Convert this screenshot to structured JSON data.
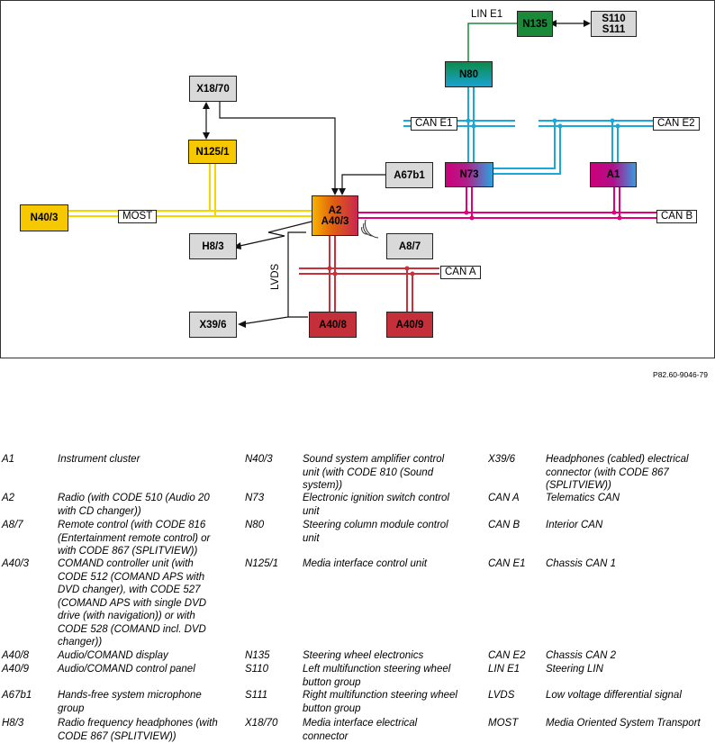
{
  "figure_ref": "P82.60-9046-79",
  "components": {
    "n135": "N135",
    "s110_s111": "S110\nS111",
    "n80": "N80",
    "x18_70": "X18/70",
    "n125_1": "N125/1",
    "n73": "N73",
    "a1": "A1",
    "a67b1": "A67b1",
    "n40_3": "N40/3",
    "a2_a40_3": "A2\nA40/3",
    "h8_3": "H8/3",
    "a8_7": "A8/7",
    "x39_6": "X39/6",
    "a40_8": "A40/8",
    "a40_9": "A40/9"
  },
  "bus_labels": {
    "lin_e1": "LIN E1",
    "can_e1": "CAN E1",
    "can_e2": "CAN E2",
    "can_b": "CAN B",
    "most": "MOST",
    "can_a": "CAN A",
    "lvds": "LVDS"
  },
  "colors": {
    "most_bus": "#f5d400",
    "can_b_bus": "#e0007a",
    "can_e_bus": "#1aa8d8",
    "can_a_bus": "#c8303a",
    "lin_bus": "#1a8a3a"
  },
  "legend": [
    [
      {
        "code": "A1",
        "desc": "Instrument cluster"
      },
      {
        "code": "A2",
        "desc": "Radio (with CODE 510 (Audio 20 with CD changer))"
      },
      {
        "code": "A8/7",
        "desc": "Remote control (with CODE 816 (Entertainment remote control) or with CODE 867 (SPLITVIEW))"
      },
      {
        "code": "A40/3",
        "desc": "COMAND controller unit (with CODE 512 (COMAND APS with DVD changer), with CODE 527 (COMAND APS with single DVD drive (with navigation)) or with CODE 528 (COMAND incl. DVD changer))"
      },
      {
        "code": "A40/8",
        "desc": "Audio/COMAND display"
      },
      {
        "code": "A40/9",
        "desc": "Audio/COMAND control panel"
      },
      {
        "code": "A67b1",
        "desc": "Hands-free system microphone group"
      },
      {
        "code": "H8/3",
        "desc": "Radio frequency headphones (with CODE 867 (SPLITVIEW))"
      }
    ],
    [
      {
        "code": "N40/3",
        "desc": "Sound system amplifier control unit (with CODE 810 (Sound system))"
      },
      {
        "code": "N73",
        "desc": "Electronic ignition switch control unit"
      },
      {
        "code": "N80",
        "desc": "Steering column module control unit"
      },
      {
        "code": "N125/1",
        "desc": "Media interface control unit"
      },
      {
        "code": "N135",
        "desc": "Steering wheel electronics"
      },
      {
        "code": "S110",
        "desc": "Left multifunction steering wheel button group"
      },
      {
        "code": "S111",
        "desc": "Right multifunction steering wheel button group"
      },
      {
        "code": "X18/70",
        "desc": "Media interface electrical connector"
      }
    ],
    [
      {
        "code": "X39/6",
        "desc": "Headphones (cabled) electrical connector (with CODE 867 (SPLITVIEW))"
      },
      {
        "code": "CAN A",
        "desc": "Telematics CAN"
      },
      {
        "code": "CAN B",
        "desc": "Interior CAN"
      },
      {
        "code": "CAN E1",
        "desc": "Chassis CAN 1"
      },
      {
        "code": "CAN E2",
        "desc": "Chassis CAN 2"
      },
      {
        "code": "LIN E1",
        "desc": "Steering LIN"
      },
      {
        "code": "LVDS",
        "desc": "Low voltage differential signal"
      },
      {
        "code": "MOST",
        "desc": "Media Oriented System Transport"
      }
    ]
  ]
}
